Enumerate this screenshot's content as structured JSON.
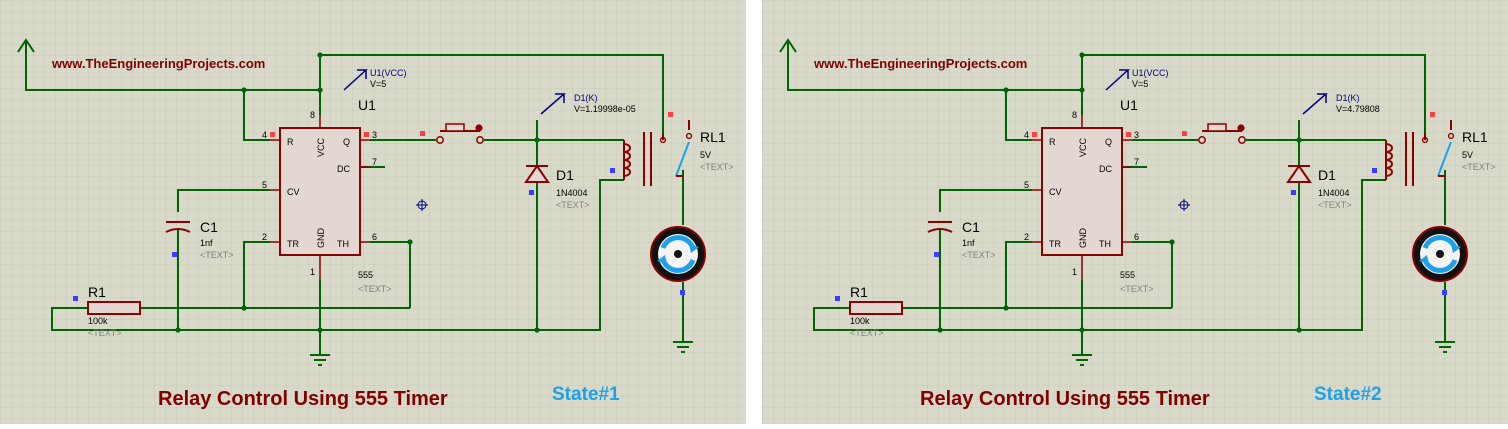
{
  "colors": {
    "wire": "#006400",
    "component": "#8b0000",
    "body_fill": "#e3d7d2",
    "title": "#800000",
    "state": "#1ea1e8",
    "probe": "#000080",
    "canvas": "#d8d9c9",
    "grid": "#c5c6b6",
    "marker": "#3c3cff",
    "pin_marker": "#ff4040"
  },
  "panels": [
    {
      "website": "www.TheEngineeringProjects.com",
      "title": "Relay Control Using 555 Timer",
      "state": "State#1",
      "vcc_probe": {
        "label": "U1(VCC)",
        "value": "V=5"
      },
      "diode_probe": {
        "label": "D1(K)",
        "value": "V=1.19998e-05"
      },
      "timer": {
        "ref": "U1",
        "part": "555",
        "pins": {
          "reset": "R",
          "vcc": "VCC",
          "q": "Q",
          "dc": "DC",
          "cv": "CV",
          "tr": "TR",
          "gnd": "GND",
          "th": "TH"
        },
        "pin_numbers": {
          "p4": "4",
          "p8": "8",
          "p3": "3",
          "p7": "7",
          "p5": "5",
          "p2": "2",
          "p1": "1",
          "p6": "6"
        }
      },
      "capacitor": {
        "ref": "C1",
        "value": "1nf"
      },
      "resistor": {
        "ref": "R1",
        "value": "100k"
      },
      "diode": {
        "ref": "D1",
        "value": "1N4004"
      },
      "relay": {
        "ref": "RL1",
        "value": "5V"
      },
      "text_placeholder": "<TEXT>"
    },
    {
      "website": "www.TheEngineeringProjects.com",
      "title": "Relay Control Using 555 Timer",
      "state": "State#2",
      "vcc_probe": {
        "label": "U1(VCC)",
        "value": "V=5"
      },
      "diode_probe": {
        "label": "D1(K)",
        "value": "V=4.79808"
      },
      "timer": {
        "ref": "U1",
        "part": "555",
        "pins": {
          "reset": "R",
          "vcc": "VCC",
          "q": "Q",
          "dc": "DC",
          "cv": "CV",
          "tr": "TR",
          "gnd": "GND",
          "th": "TH"
        },
        "pin_numbers": {
          "p4": "4",
          "p8": "8",
          "p3": "3",
          "p7": "7",
          "p5": "5",
          "p2": "2",
          "p1": "1",
          "p6": "6"
        }
      },
      "capacitor": {
        "ref": "C1",
        "value": "1nf"
      },
      "resistor": {
        "ref": "R1",
        "value": "100k"
      },
      "diode": {
        "ref": "D1",
        "value": "1N4004"
      },
      "relay": {
        "ref": "RL1",
        "value": "5V"
      },
      "text_placeholder": "<TEXT>"
    }
  ]
}
